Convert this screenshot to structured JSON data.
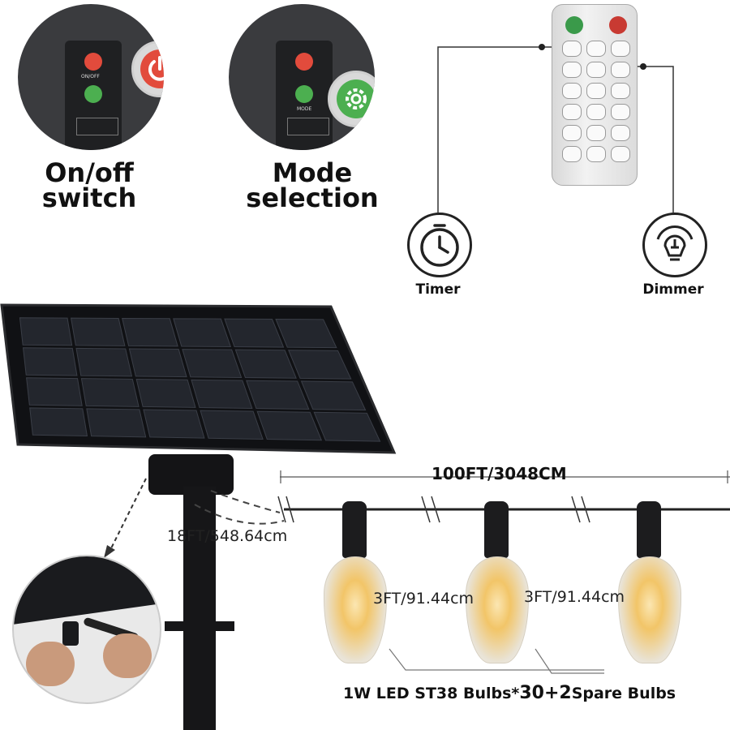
{
  "features": {
    "onoff": {
      "label_line1": "On/off",
      "label_line2": "switch",
      "button_text": "ON/OFF"
    },
    "mode": {
      "label_line1": "Mode",
      "label_line2": "selection",
      "button_text": "MODE"
    }
  },
  "remote": {
    "timer_label": "Timer",
    "dimmer_label": "Dimmer"
  },
  "dimensions": {
    "total_length": "100FT/3048CM",
    "panel_cable": "18FT/548.64cm",
    "spacing_1": "3FT/91.44cm",
    "spacing_2": "3FT/91.44cm"
  },
  "bulbs_caption": {
    "prefix": "1W LED ST38 Bulbs*",
    "count": "30+2",
    "suffix": "Spare Bulbs"
  },
  "colors": {
    "power_red": "#e24b3c",
    "mode_green": "#4caf50",
    "bulb_glow": "#f7c463",
    "panel_dark": "#1b1d22"
  },
  "icons": [
    "power-icon",
    "mode-gear-icon",
    "clock-icon",
    "dimmer-bulb-icon"
  ]
}
